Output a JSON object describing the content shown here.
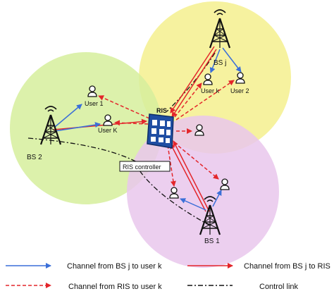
{
  "colors": {
    "bs_user": "#3a6fd8",
    "bs_ris": "#e3262b",
    "ris_user": "#e3262b",
    "control": "#111111",
    "cell_yellow": "#f4f08e",
    "cell_green": "#d6ee9c",
    "cell_purple": "#e9c7ec",
    "ris_panel": "#1f4ea3"
  },
  "diagram": {
    "ris_label": "RIS",
    "ris_controller_label": "RIS controller",
    "base_stations": [
      {
        "id": "bsj",
        "label": "BS j"
      },
      {
        "id": "bs2",
        "label": "BS 2"
      },
      {
        "id": "bs1",
        "label": "BS 1"
      }
    ],
    "users": [
      {
        "id": "user1",
        "label": "User 1"
      },
      {
        "id": "userK",
        "label": "User K"
      },
      {
        "id": "userk",
        "label": "User k"
      },
      {
        "id": "user2",
        "label": "User 2"
      }
    ]
  },
  "legend": {
    "bs_user": "Channel from BS j to user k",
    "bs_ris": "Channel from BS j to RIS",
    "ris_user": "Channel from RIS to user k",
    "control": "Control link"
  }
}
